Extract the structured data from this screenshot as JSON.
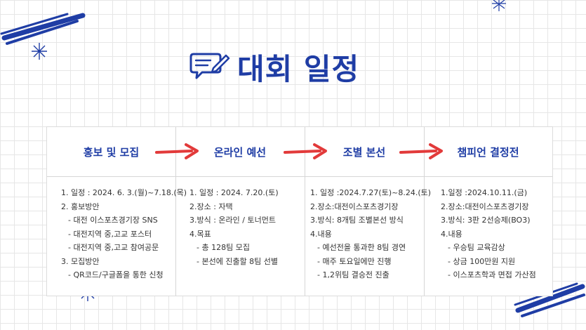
{
  "title": "대회 일정",
  "colors": {
    "accent": "#1f3da5",
    "arrow": "#e23a3a"
  },
  "icons": [
    "speech-bubble-pen-icon",
    "arrow-right-icon",
    "sparkle-icon"
  ],
  "stages": [
    {
      "name": "홍보 및 모집",
      "lines": [
        "1. 일정 : 2024. 6. 3.(월)~7.18.(목)",
        "2. 홍보방안",
        "- 대전 이스포츠경기장 SNS",
        "- 대전지역 중,고교 포스터",
        "- 대전지역 중,고교 참여공문",
        "3. 모집방안",
        "- QR코드/구글폼을 통한 신청"
      ]
    },
    {
      "name": "온라인 예선",
      "lines": [
        "1. 일정 : 2024. 7.20.(토)",
        "2.장소 : 자택",
        "3.방식 : 온라인 / 토너먼트",
        "4.목표",
        "- 총 128팀 모집",
        "- 본선에 진출할 8팀 선별"
      ]
    },
    {
      "name": "조별 본선",
      "lines": [
        "1. 일정 :2024.7.27(토)~8.24.(토)",
        "2.장소:대전이스포츠경기장",
        "3.방식: 8개팀 조별본선 방식",
        "4.내용",
        "- 예선전을 통과한 8팀 경연",
        "- 매주 토요일에만 진행",
        "- 1,2위팀 결승전 진출"
      ]
    },
    {
      "name": "챔피언 결정전",
      "lines": [
        "1.일정 :2024.10.11.(금)",
        "2.장소:대전이스포츠경기장",
        "3.방식: 3판 2선승제(BO3)",
        "4.내용",
        "- 우승팀 교육감상",
        "- 상금 100만원 지원",
        "- 이스포츠학과 면접 가산점"
      ]
    }
  ]
}
